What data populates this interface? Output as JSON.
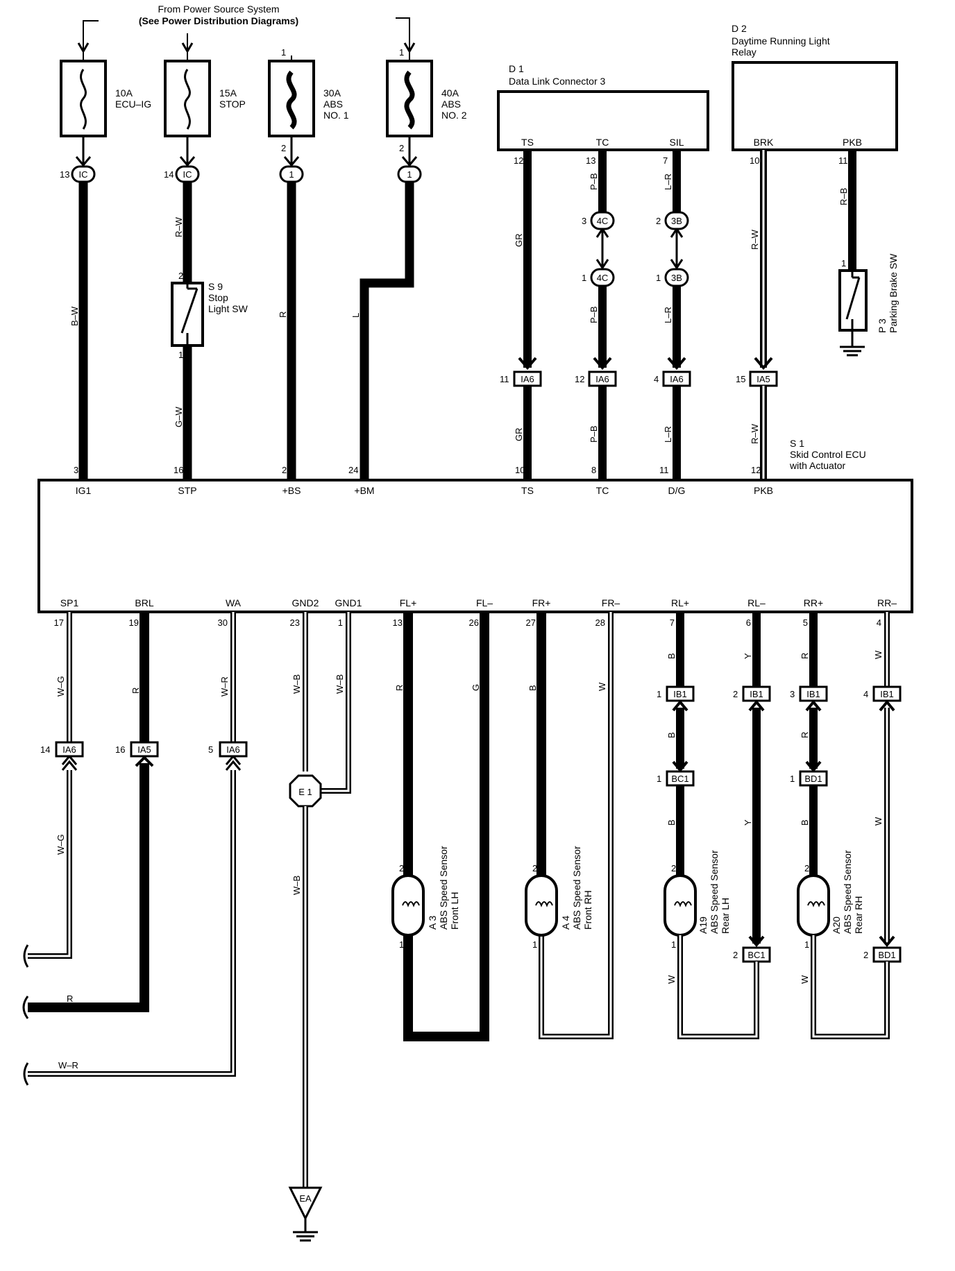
{
  "header": {
    "power_source": "From Power Source System",
    "power_source_note": "(See Power Distribution Diagrams)"
  },
  "fuses": [
    {
      "rating": "10A",
      "name": "ECU–IG",
      "in_pin": "",
      "out_pin": "",
      "conn_pin": "13",
      "conn": "IC",
      "wire": "B–W",
      "ecu_pin": "3",
      "terminal": "IG1"
    },
    {
      "rating": "15A",
      "name": "STOP",
      "in_pin": "",
      "out_pin": "",
      "conn_pin": "14",
      "conn": "IC",
      "wire": "R–W",
      "ecu_pin": "16",
      "terminal": "STP"
    },
    {
      "rating": "30A",
      "name": "ABS",
      "name2": "NO. 1",
      "in_pin": "1",
      "out_pin": "2",
      "conn_pin": "",
      "conn": "1",
      "wire": "R",
      "ecu_pin": "2",
      "terminal": "+BS"
    },
    {
      "rating": "40A",
      "name": "ABS",
      "name2": "NO. 2",
      "in_pin": "1",
      "out_pin": "2",
      "conn_pin": "",
      "conn": "1",
      "wire": "L",
      "ecu_pin": "24",
      "terminal": "+BM"
    }
  ],
  "stop_switch": {
    "code": "S 9",
    "name1": "Stop",
    "name2": "Light SW",
    "pin_top": "2",
    "pin_bottom": "1",
    "wire_below": "G–W"
  },
  "dlc": {
    "code": "D 1",
    "name": "Data Link Connector 3",
    "terminals": [
      {
        "name": "TS",
        "pin": "12",
        "wire": "GR",
        "jc_pin": "",
        "jc": "",
        "jc2_pin": "",
        "ia_pin": "11",
        "ia": "IA6",
        "wire2": "GR",
        "ecu_pin": "10",
        "ecu_term": "TS"
      },
      {
        "name": "TC",
        "pin": "13",
        "wire": "P–B",
        "jc_pin": "3",
        "jc": "4C",
        "jc2_pin": "1",
        "ia_pin": "12",
        "ia": "IA6",
        "wire2": "P–B",
        "wire_mid": "P–B",
        "ecu_pin": "8",
        "ecu_term": "TC"
      },
      {
        "name": "SIL",
        "pin": "7",
        "wire": "L–R",
        "jc_pin": "2",
        "jc": "3B",
        "jc2_pin": "1",
        "ia_pin": "4",
        "ia": "IA6",
        "wire2": "L–R",
        "wire_mid": "L–R",
        "ecu_pin": "11",
        "ecu_term": "D/G"
      }
    ]
  },
  "drl_relay": {
    "code": "D 2",
    "name1": "Daytime Running Light",
    "name2": "Relay",
    "brk": "BRK",
    "brk_pin": "10",
    "brk_wire": "R–W",
    "brk_ia_pin": "15",
    "brk_ia": "IA5",
    "brk_wire2": "R–W",
    "ecu_pin": "12",
    "ecu_term": "PKB",
    "pkb": "PKB",
    "pkb_pin": "11",
    "pkb_wire": "R–B"
  },
  "parking_sw": {
    "code": "P 3",
    "name": "Parking Brake SW",
    "pin": "1"
  },
  "ecu": {
    "code": "S 1",
    "name1": "Skid Control ECU",
    "name2": "with Actuator"
  },
  "bottom_terminals": [
    {
      "term": "SP1",
      "pin": "17",
      "wire": "W–G"
    },
    {
      "term": "BRL",
      "pin": "19",
      "wire": "R"
    },
    {
      "term": "WA",
      "pin": "30",
      "wire": "W–R"
    },
    {
      "term": "GND2",
      "pin": "23",
      "wire": "W–B"
    },
    {
      "term": "GND1",
      "pin": "1",
      "wire": "W–B"
    },
    {
      "term": "FL+",
      "pin": "13",
      "wire": "R"
    },
    {
      "term": "FL–",
      "pin": "26",
      "wire": "G"
    },
    {
      "term": "FR+",
      "pin": "27",
      "wire": "B"
    },
    {
      "term": "FR–",
      "pin": "28",
      "wire": "W"
    },
    {
      "term": "RL+",
      "pin": "7",
      "wire": "B"
    },
    {
      "term": "RL–",
      "pin": "6",
      "wire": "Y"
    },
    {
      "term": "RR+",
      "pin": "5",
      "wire": "R"
    },
    {
      "term": "RR–",
      "pin": "4",
      "wire": "W"
    }
  ],
  "left_connectors": [
    {
      "pin": "14",
      "name": "IA6",
      "wire_below": "W–G"
    },
    {
      "pin": "16",
      "name": "IA5",
      "wire_below": "R"
    },
    {
      "pin": "5",
      "name": "IA6",
      "wire_below": "W–R"
    }
  ],
  "ground": {
    "junction": "E 1",
    "wire_below": "W–B",
    "point": "EA"
  },
  "rear_connectors": [
    {
      "pin": "1",
      "name": "IB1",
      "wire_below": "B",
      "pin2": "1",
      "name2": "BC1",
      "wire3": "B"
    },
    {
      "pin": "2",
      "name": "IB1",
      "wire_below": "Y",
      "pin2": "2",
      "name2": "BC1",
      "wire3": "Y"
    },
    {
      "pin": "3",
      "name": "IB1",
      "wire_below": "R",
      "pin2": "1",
      "name2": "BD1",
      "wire3": "B"
    },
    {
      "pin": "4",
      "name": "IB1",
      "wire_below": "W",
      "pin2": "2",
      "name2": "BD1",
      "wire3": "W"
    }
  ],
  "sensors": [
    {
      "code": "A 3",
      "name1": "ABS Speed Sensor",
      "name2": "Front LH",
      "pin_top": "2",
      "pin_bottom": "1"
    },
    {
      "code": "A 4",
      "name1": "ABS Speed Sensor",
      "name2": "Front RH",
      "pin_top": "2",
      "pin_bottom": "1"
    },
    {
      "code": "A19",
      "name1": "ABS Speed Sensor",
      "name2": "Rear LH",
      "pin_top": "2",
      "pin_bottom": "1",
      "wire_below": "W"
    },
    {
      "code": "A20",
      "name1": "ABS Speed Sensor",
      "name2": "Rear RH",
      "pin_top": "2",
      "pin_bottom": "1",
      "wire_below": "W"
    }
  ],
  "left_exits": [
    {
      "wire": ""
    },
    {
      "wire": "R"
    },
    {
      "wire": "W–R"
    }
  ]
}
